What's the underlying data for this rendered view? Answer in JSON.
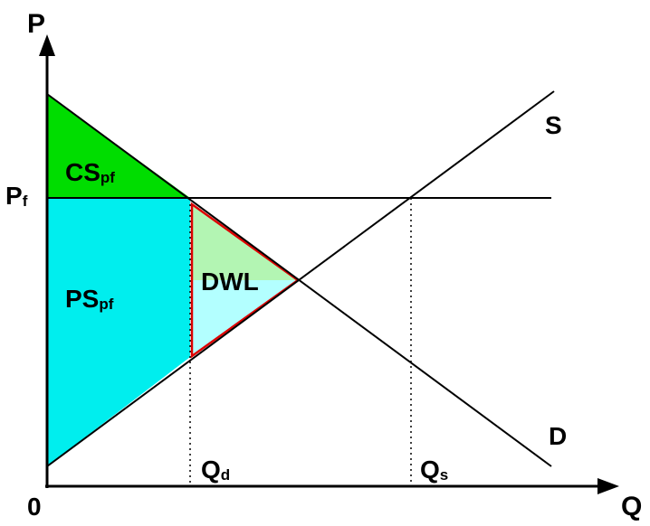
{
  "axes": {
    "y_label": "P",
    "x_label": "Q",
    "origin_label": "0"
  },
  "curves": {
    "supply_label": "S",
    "demand_label": "D"
  },
  "price_floor": {
    "label_main": "P",
    "label_sub": "f"
  },
  "quantities": {
    "qd_main": "Q",
    "qd_sub": "d",
    "qs_main": "Q",
    "qs_sub": "s"
  },
  "regions": {
    "cs_main": "CS",
    "cs_sub": "pf",
    "ps_main": "PS",
    "ps_sub": "pf",
    "dwl": "DWL"
  },
  "colors": {
    "consumer_surplus": "#00dd00",
    "producer_surplus": "#00eeee",
    "dwl_upper": "#b3f5b3",
    "dwl_lower": "#b3ffff",
    "dwl_border": "#dd0000",
    "lines": "#000000"
  }
}
